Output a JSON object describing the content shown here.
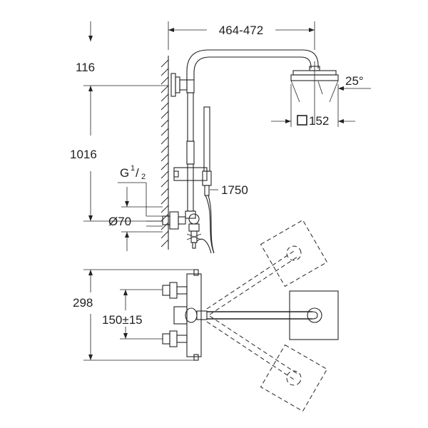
{
  "dimensions": {
    "width_arm": "464-472",
    "top_offset": "116",
    "height_rail": "1016",
    "thread_main": "G",
    "thread_sup": "1",
    "thread_sub": "2",
    "hose_length": "1750",
    "diameter": "Ø70",
    "angle": "25°",
    "head_size": "152",
    "mixer_height": "298",
    "mixer_spacing": "150±15"
  },
  "colors": {
    "line": "#222222",
    "background": "#ffffff"
  }
}
